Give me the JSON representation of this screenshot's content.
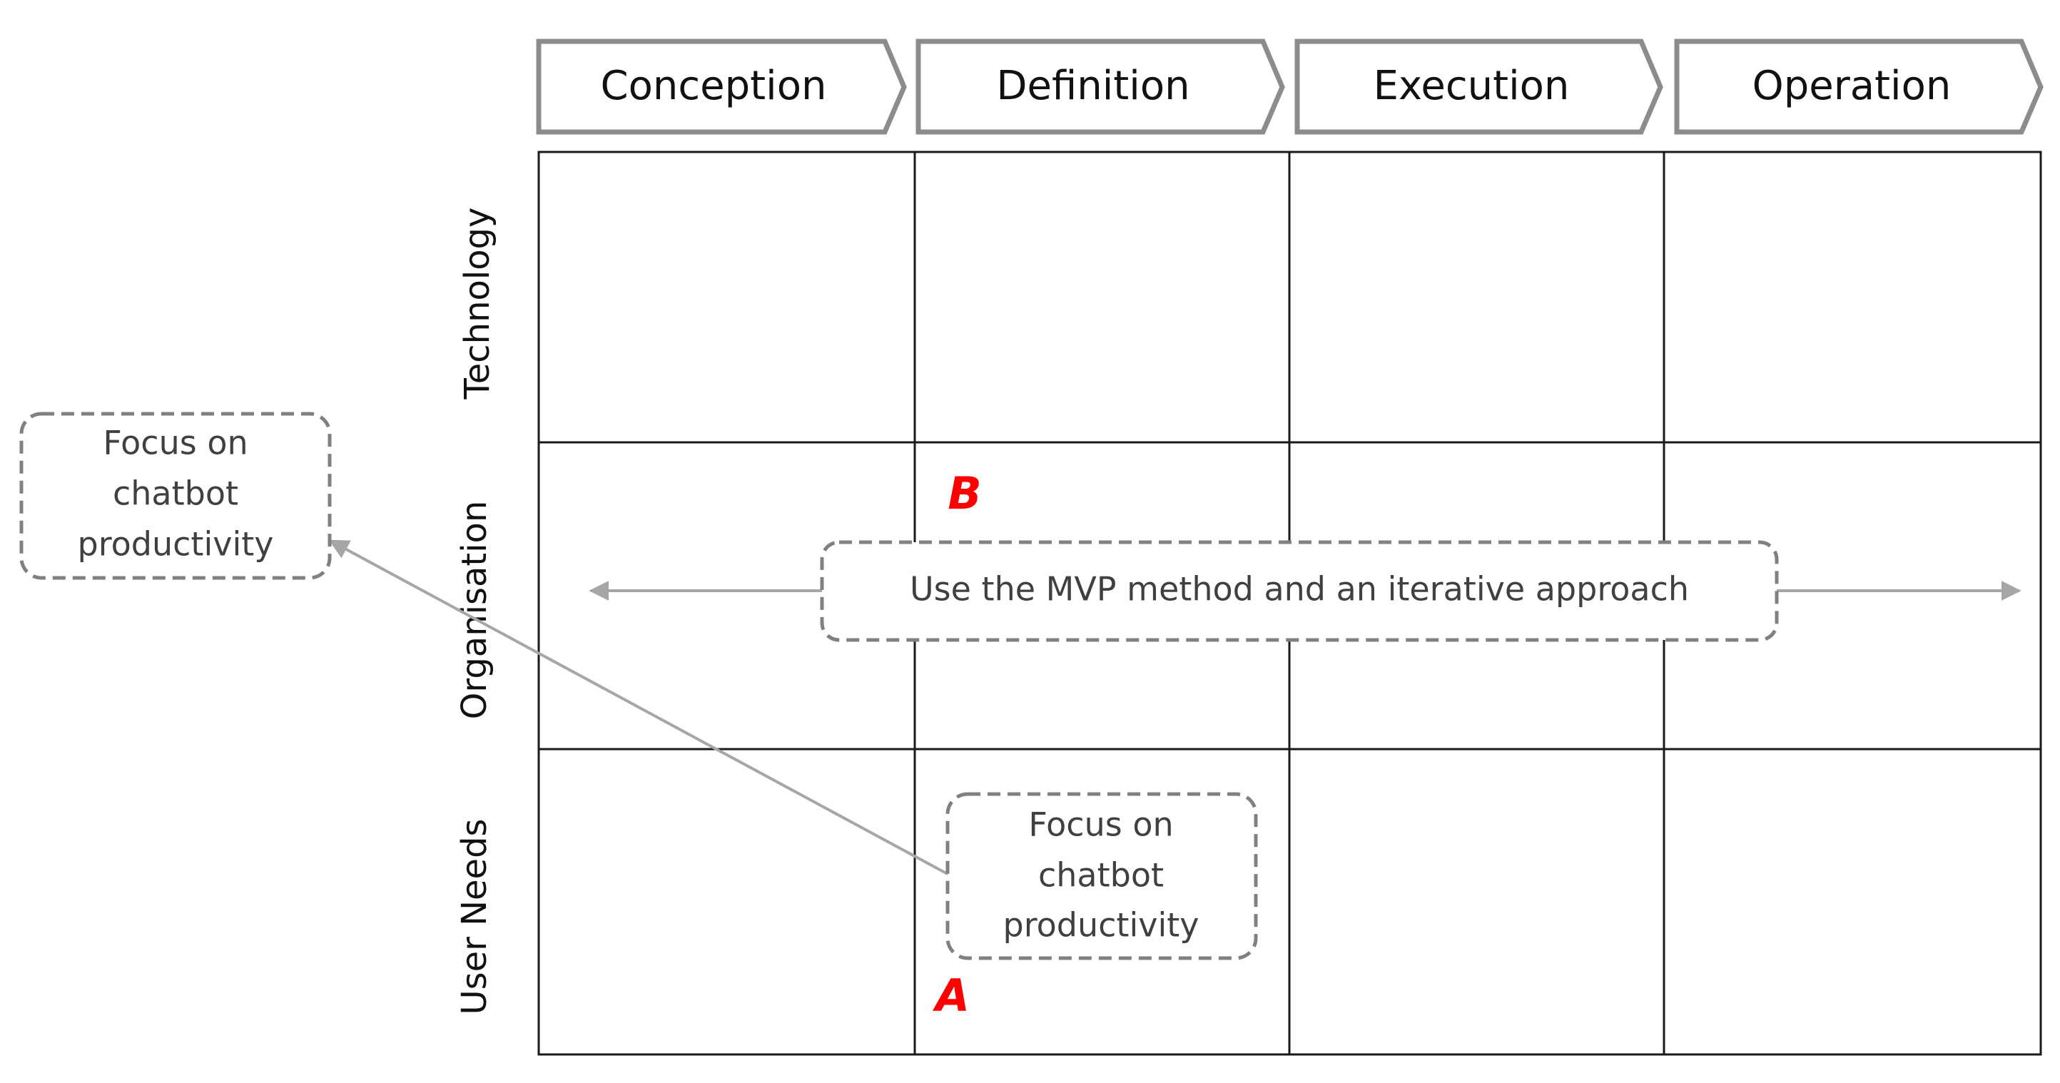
{
  "phases": [
    {
      "label": "Conception"
    },
    {
      "label": "Definition"
    },
    {
      "label": "Execution"
    },
    {
      "label": "Operation"
    }
  ],
  "rows": [
    {
      "label": "Technology"
    },
    {
      "label": "Organisation"
    },
    {
      "label": "User Needs"
    }
  ],
  "notes": {
    "external": [
      "Focus on",
      "chatbot",
      "productivity"
    ],
    "in_cell": [
      "Focus on",
      "chatbot",
      "productivity"
    ],
    "method": "Use the MVP method and an iterative approach"
  },
  "markers": {
    "a": "A",
    "b": "B"
  },
  "colors": {
    "marker": "#ff0000",
    "grid": "#1a1a1a",
    "dashed_border": "#808080",
    "connector": "#a6a6a6",
    "phase_border": "#8c8c8c"
  }
}
